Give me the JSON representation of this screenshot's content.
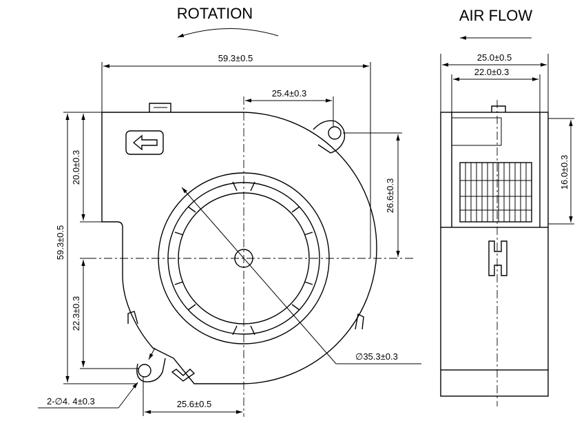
{
  "titles": {
    "rotation": "ROTATION",
    "air_flow": "AIR FLOW"
  },
  "dimensions": {
    "overall_width": "59.3±0.5",
    "overall_height": "59.3±0.5",
    "hole_offset_x": "25.4±0.3",
    "hole_offset_y": "26.6±0.3",
    "top_to_center": "20.0±0.3",
    "bottom_to_center": "22.3±0.3",
    "bottom_hole_offset": "25.6±0.5",
    "inlet_diameter": "∅35.3±0.3",
    "mount_holes": "2-∅4. 4±0.3",
    "side_total_depth": "25.0±0.5",
    "side_inner_depth": "22.0±0.3",
    "side_outlet_height": "16.0±0.3"
  }
}
